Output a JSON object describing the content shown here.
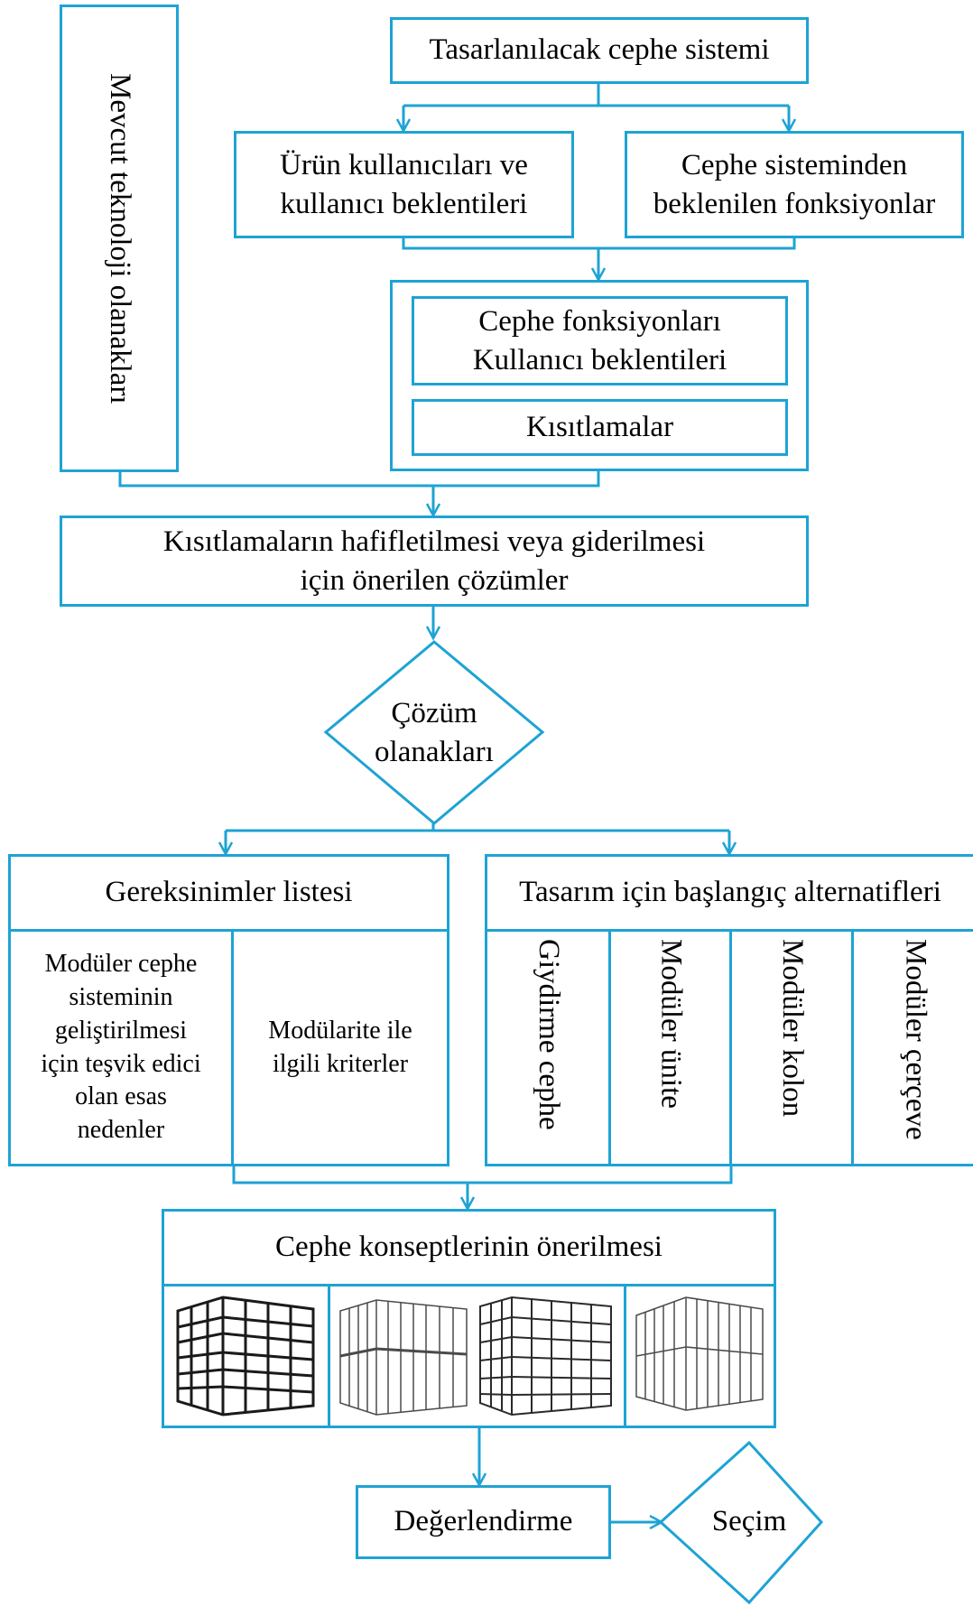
{
  "colors": {
    "line": "#1ea3d4",
    "text": "#000000",
    "building": "#1a1a1a"
  },
  "left_column": {
    "label": "Mevcut teknoloji olanakları"
  },
  "top": {
    "title": "Tasarlanılacak cephe sistemi",
    "users": "Ürün kullanıcıları ve\nkullanıcı beklentileri",
    "functions": "Cephe sisteminden\nbeklenilen fonksiyonlar",
    "combined": "Cephe fonksiyonları\nKullanıcı beklentileri",
    "constraints": "Kısıtlamalar"
  },
  "solutions": "Kısıtlamaların hafifletilmesi veya giderilmesi\niçin önerilen çözümler",
  "decision1": "Çözüm\nolanakları",
  "requirements": {
    "header": "Gereksinimler listesi",
    "col1": "Modüler cephe\nsisteminin\ngeliştirilmesi\niçin teşvik edici\nolan esas\nnedenler",
    "col2": "Modülarite ile\nilgili kriterler"
  },
  "alternatives": {
    "header": "Tasarım için başlangıç alternatifleri",
    "items": [
      "Giydirme cephe",
      "Modüler ünite",
      "Modüler kolon",
      "Modüler çerçeve"
    ]
  },
  "concepts": {
    "header": "Cephe konseptlerinin önerilmesi",
    "images": [
      "building-sketch-icon",
      "building-sketch-icon",
      "building-sketch-icon",
      "building-sketch-icon"
    ]
  },
  "evaluation": "Değerlendirme",
  "selection": "Seçim"
}
